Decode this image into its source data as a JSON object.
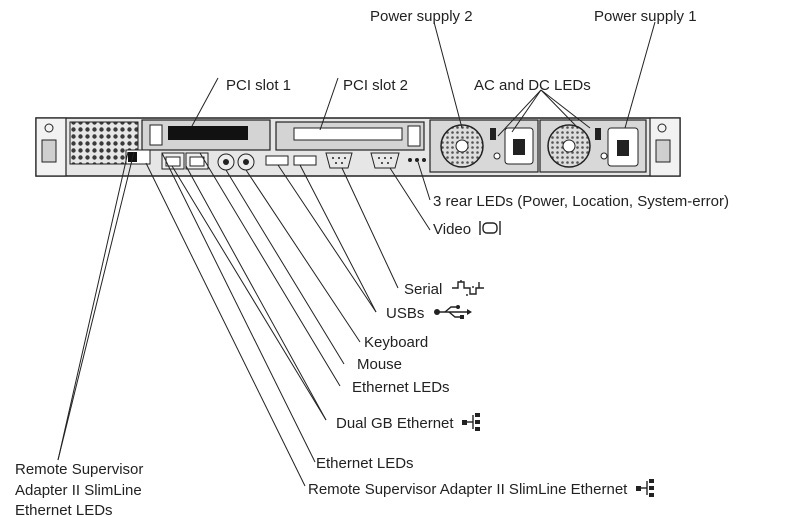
{
  "labels": {
    "power_supply_2": "Power supply 2",
    "power_supply_1": "Power supply 1",
    "pci_slot_1": "PCI slot 1",
    "pci_slot_2": "PCI slot 2",
    "ac_dc_leds": "AC and DC LEDs",
    "rear_leds": "3 rear LEDs (Power, Location, System-error)",
    "video": "Video",
    "serial": "Serial",
    "usbs": "USBs",
    "keyboard": "Keyboard",
    "mouse": "Mouse",
    "ethernet_leds_1": "Ethernet LEDs",
    "dual_gb_ethernet": "Dual GB Ethernet",
    "ethernet_leds_2": "Ethernet LEDs",
    "rsa_ethernet": "Remote Supervisor Adapter II SlimLine Ethernet",
    "rsa_leds_line1": "Remote Supervisor",
    "rsa_leds_line2": "Adapter II SlimLine",
    "rsa_leds_line3": "Ethernet LEDs"
  },
  "icons": {
    "video": "video-port-icon",
    "serial": "serial-port-icon",
    "usb": "usb-icon",
    "ethernet": "ethernet-icon"
  }
}
